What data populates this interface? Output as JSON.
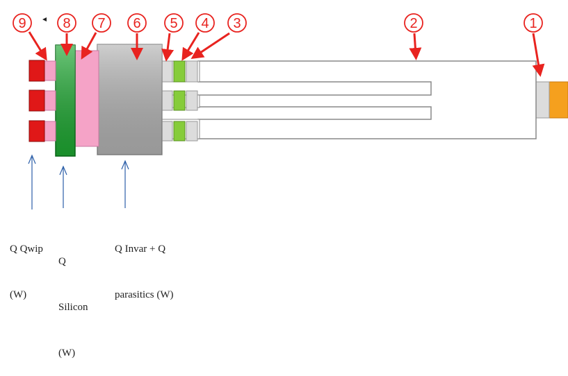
{
  "callouts": [
    "1",
    "2",
    "3",
    "4",
    "5",
    "6",
    "7",
    "8",
    "9"
  ],
  "annotations": {
    "qwip": [
      "Q Qwip",
      "(W)"
    ],
    "silicon": [
      "Q",
      "Silicon",
      "(W)"
    ],
    "invar": [
      "Q Invar + Q",
      "parasitics (W)"
    ]
  },
  "colors": {
    "callout_red": "#e8231f",
    "qwip_red": "#e01818",
    "pink": "#f5a3c7",
    "silicon_green": "#1ea832",
    "invar_gray": "#b4b4b4",
    "light_gray": "#dcdcdc",
    "lime": "#86cc3a",
    "orange": "#f5a01e",
    "arrow_blue": "#2b5ea8"
  }
}
